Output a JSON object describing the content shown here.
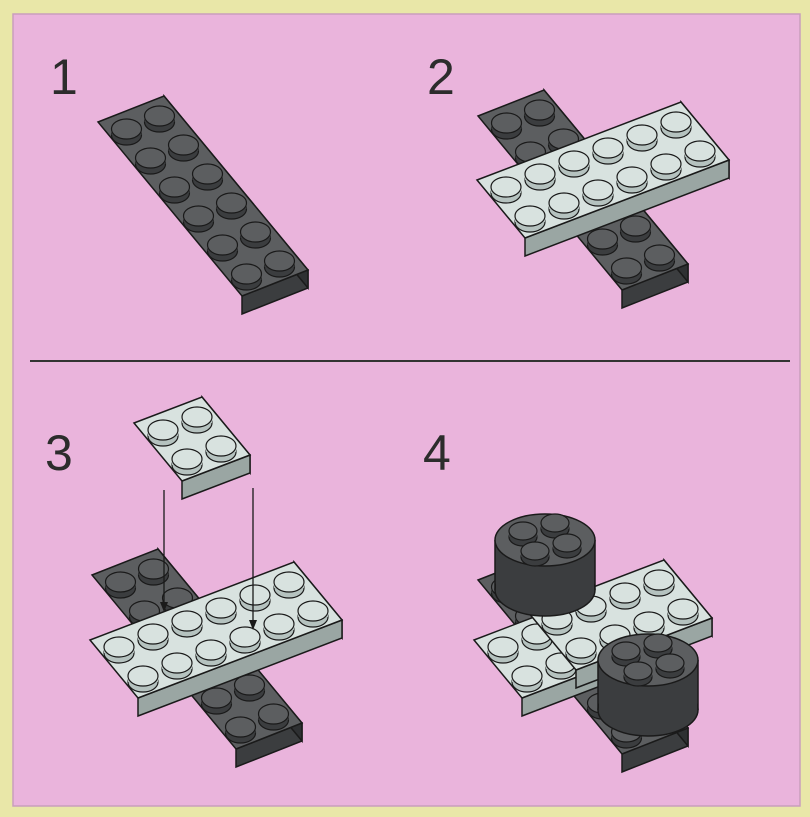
{
  "steps": [
    {
      "number": "1"
    },
    {
      "number": "2"
    },
    {
      "number": "3"
    },
    {
      "number": "4"
    }
  ],
  "colors": {
    "page_border": "#e9e7a8",
    "panel_background": "#eab4dc",
    "divider": "#333333",
    "dark_brick_top": "#5c5e60",
    "dark_brick_front": "#3b3d3f",
    "dark_brick_side": "#2e3032",
    "light_brick_top": "#d8e2df",
    "light_brick_front": "#b5c2bf",
    "light_brick_side": "#9aa6a3",
    "outline": "#1a1a1a"
  },
  "icons": [
    "dark-2x6-plate",
    "light-2x6-plate",
    "light-2x2-plate",
    "round-2x2-brick",
    "down-arrow-icon"
  ]
}
